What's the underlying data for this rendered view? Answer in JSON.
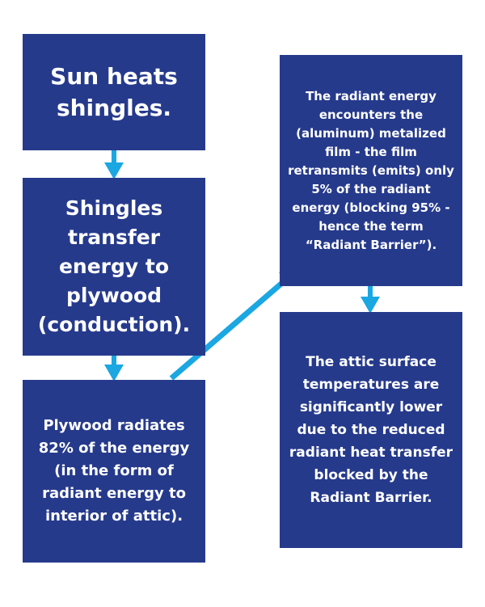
{
  "boxes": [
    {
      "id": "sun",
      "text": "Sun heats shingles."
    },
    {
      "id": "shingles",
      "text": "Shingles transfer energy to plywood (conduction)."
    },
    {
      "id": "plywood",
      "text": "Plywood radiates 82% of the energy (in the form of radiant energy to interior of attic)."
    },
    {
      "id": "film",
      "text": "The radiant energy encounters the (aluminum) metalized film - the film retransmits (emits) only 5% of the radiant energy (blocking 95% - hence the term “Radiant Barrier”)."
    },
    {
      "id": "attic",
      "text": "The attic surface temperatures are significantly lower due to the reduced radiant heat transfer blocked by the Radiant Barrier."
    }
  ],
  "colors": {
    "box": "#263a8c",
    "arrow": "#1aa7e2",
    "text": "#ffffff"
  }
}
